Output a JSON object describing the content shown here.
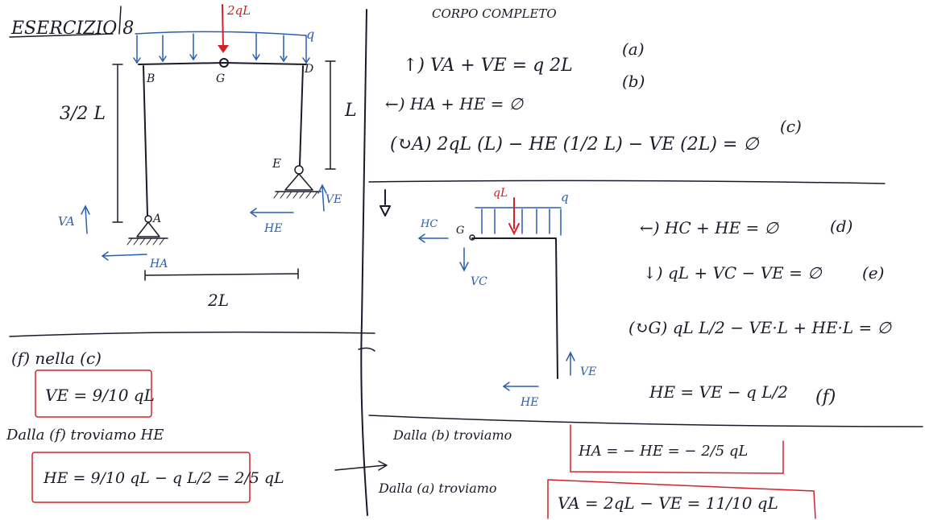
{
  "colors": {
    "ink": "#1a1a2a",
    "blue": "#2a5fb0",
    "red": "#d42027"
  },
  "title": "ESERCIZIO 8",
  "frame": {
    "load_point": "2qL",
    "load_dist": "q",
    "node_b": "B",
    "node_g": "G",
    "node_d": "D",
    "node_e": "E",
    "node_a": "A",
    "height_left": "3/2 L",
    "height_right": "L",
    "span": "2L",
    "va": "VA",
    "ha": "HA",
    "ve": "VE",
    "he": "HE"
  },
  "full_body": {
    "heading": "CORPO COMPLETO",
    "eq_a": "↑) VA + VE = q 2L",
    "tag_a": "(a)",
    "tag_b": "(b)",
    "eq_b": "←) HA + HE = ∅",
    "eq_c": "(↻A) 2qL (L) − HE (1/2 L) − VE (2L) = ∅",
    "tag_c": "(c)"
  },
  "sub_body": {
    "load_point": "qL",
    "load_dist": "q",
    "hc": "HC",
    "node_g": "G",
    "vc": "VC",
    "ve": "VE",
    "he": "HE",
    "eq_d": "←) HC + HE = ∅",
    "tag_d": "(d)",
    "eq_e": "↓) qL + VC − VE = ∅",
    "tag_e": "(e)",
    "eq_g": "(↻G) qL L/2 − VE·L + HE·L = ∅",
    "eq_f": "HE = VE − q L/2",
    "tag_f": "(f)"
  },
  "results": {
    "f_in_c": "(f) nella (c)",
    "ve_result": "VE = 9/10 qL",
    "dalla_f": "Dalla (f) troviamo HE",
    "he_result": "HE = 9/10 qL − q L/2 = 2/5 qL",
    "dalla_b": "Dalla (b) troviamo",
    "ha_result": "HA = − HE = − 2/5 qL",
    "dalla_a": "Dalla (a) troviamo",
    "va_result": "VA = 2qL − VE = 11/10 qL"
  }
}
